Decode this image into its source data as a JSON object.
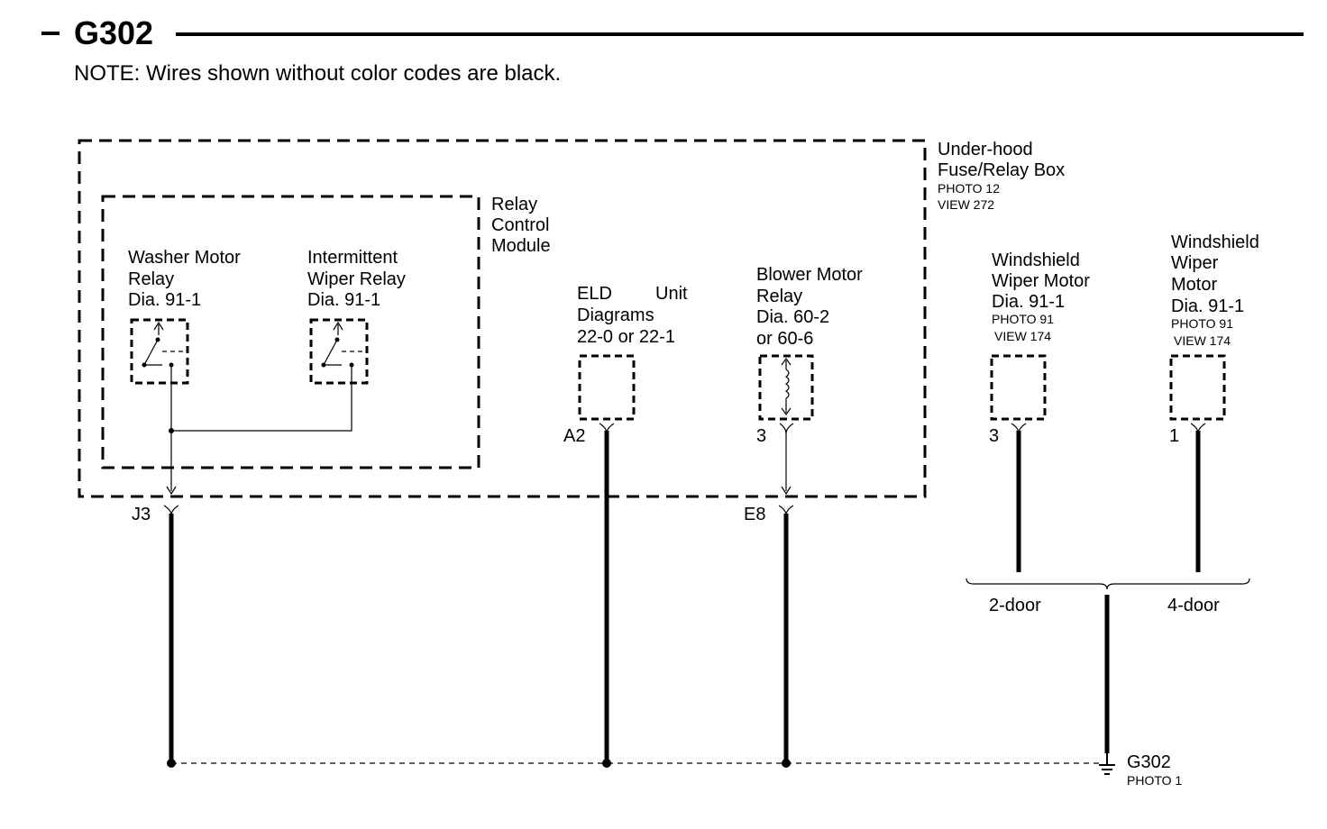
{
  "header": {
    "title": "G302",
    "note": "NOTE: Wires shown without color codes are black."
  },
  "boxes": {
    "underhood": {
      "line1": "Under-hood",
      "line2": "Fuse/Relay Box",
      "photo": "PHOTO 12",
      "view": "VIEW 272"
    },
    "relay_module": {
      "line1": "Relay",
      "line2": "Control",
      "line3": "Module"
    }
  },
  "components": {
    "washer_relay": {
      "line1": "Washer Motor",
      "line2": "Relay",
      "line3": "Dia. 91-1"
    },
    "intermittent_relay": {
      "line1": "Intermittent",
      "line2": "Wiper Relay",
      "line3": "Dia. 91-1"
    },
    "eld_unit": {
      "line1a": "ELD",
      "line1b": "Unit",
      "line2": "Diagrams",
      "line3": "22-0 or 22-1"
    },
    "blower_relay": {
      "line1": "Blower Motor",
      "line2": "Relay",
      "line3": "Dia. 60-2",
      "line4": "or 60-6"
    },
    "ws_wiper_2door": {
      "line1": "Windshield",
      "line2": "Wiper Motor",
      "line3": "Dia. 91-1",
      "photo": "PHOTO 91",
      "view": "VIEW 174"
    },
    "ws_wiper_4door": {
      "line1": "Windshield",
      "line2": "Wiper",
      "line3": "Motor",
      "line4": "Dia. 91-1",
      "photo": "PHOTO 91",
      "view": "VIEW 174"
    }
  },
  "connectors": {
    "j3": "J3",
    "a2": "A2",
    "e8": "E8",
    "blower_pin": "3",
    "wiper2_pin": "3",
    "wiper4_pin": "1"
  },
  "variants": {
    "two_door": "2-door",
    "four_door": "4-door"
  },
  "ground": {
    "name": "G302",
    "photo": "PHOTO 1"
  }
}
